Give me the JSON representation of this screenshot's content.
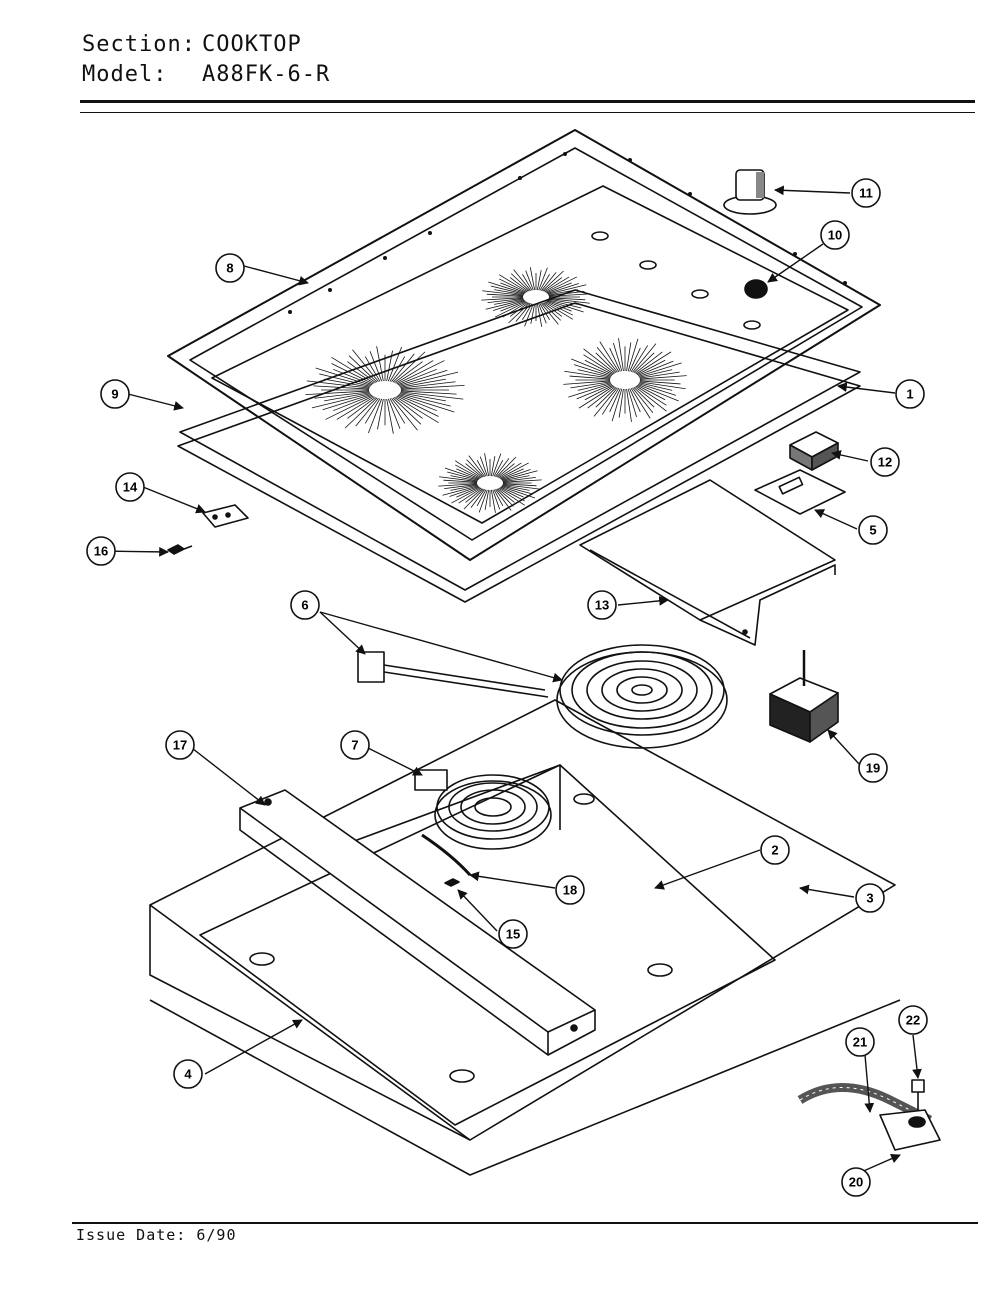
{
  "header": {
    "section_label": "Section:",
    "section_value": "COOKTOP",
    "model_label": "Model:",
    "model_value": "A88FK-6-R"
  },
  "footer": {
    "issue_date": "Issue Date: 6/90"
  },
  "callouts": [
    {
      "id": "c1",
      "label": "1"
    },
    {
      "id": "c2",
      "label": "2"
    },
    {
      "id": "c3",
      "label": "3"
    },
    {
      "id": "c4",
      "label": "4"
    },
    {
      "id": "c5",
      "label": "5"
    },
    {
      "id": "c6",
      "label": "6"
    },
    {
      "id": "c7",
      "label": "7"
    },
    {
      "id": "c8",
      "label": "8"
    },
    {
      "id": "c9",
      "label": "9"
    },
    {
      "id": "c10",
      "label": "10"
    },
    {
      "id": "c11",
      "label": "11"
    },
    {
      "id": "c12",
      "label": "12"
    },
    {
      "id": "c13",
      "label": "13"
    },
    {
      "id": "c14",
      "label": "14"
    },
    {
      "id": "c15",
      "label": "15"
    },
    {
      "id": "c16",
      "label": "16"
    },
    {
      "id": "c17",
      "label": "17"
    },
    {
      "id": "c18",
      "label": "18"
    },
    {
      "id": "c19",
      "label": "19"
    },
    {
      "id": "c20",
      "label": "20"
    },
    {
      "id": "c21",
      "label": "21"
    },
    {
      "id": "c22",
      "label": "22"
    }
  ]
}
